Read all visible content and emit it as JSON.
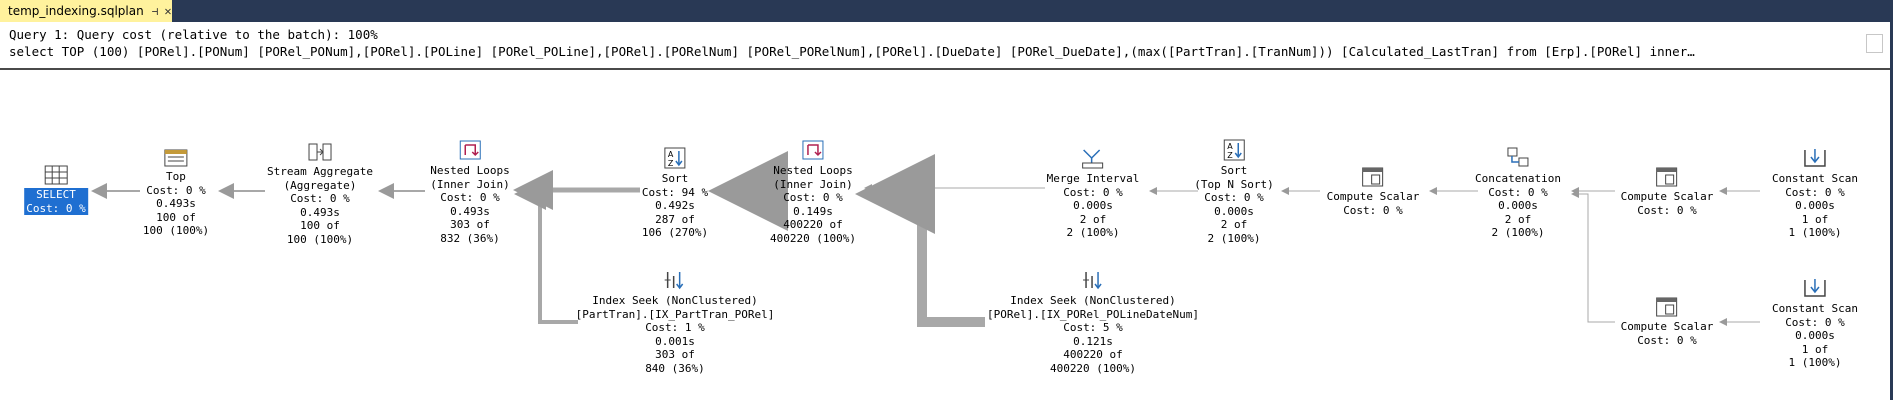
{
  "tab": {
    "title": "temp_indexing.sqlplan",
    "pin": "⊣",
    "close": "✕"
  },
  "query": {
    "line1": "Query 1: Query cost (relative to the batch): 100%",
    "line2": "select TOP (100) [PORel].[PONum] [PORel_PONum],[PORel].[POLine] [PORel_POLine],[PORel].[PORelNum] [PORel_PORelNum],[PORel].[DueDate] [PORel_DueDate],(max([PartTran].[TranNum])) [Calculated_LastTran] from [Erp].[PORel] inner…"
  },
  "operators": {
    "select": {
      "name": "SELECT",
      "cost": "Cost: 0 %",
      "icon": "select-icon"
    },
    "top": {
      "name": "Top",
      "cost": "Cost: 0 %",
      "time": "0.493s",
      "rows": "100 of",
      "est": "100 (100%)",
      "icon": "top-icon"
    },
    "stream": {
      "name": "Stream Aggregate",
      "sub": "(Aggregate)",
      "cost": "Cost: 0 %",
      "time": "0.493s",
      "rows": "100 of",
      "est": "100 (100%)",
      "icon": "stream-aggregate-icon"
    },
    "nl1": {
      "name": "Nested Loops",
      "sub": "(Inner Join)",
      "cost": "Cost: 0 %",
      "time": "0.493s",
      "rows": "303 of",
      "est": "832 (36%)",
      "icon": "nested-loops-icon"
    },
    "sort1": {
      "name": "Sort",
      "cost": "Cost: 94 %",
      "time": "0.492s",
      "rows": "287 of",
      "est": "106 (270%)",
      "icon": "sort-icon"
    },
    "seek1": {
      "name": "Index Seek (NonClustered)",
      "sub": "[PartTran].[IX_PartTran_PORel]",
      "cost": "Cost: 1 %",
      "time": "0.001s",
      "rows": "303 of",
      "est": "840 (36%)",
      "icon": "index-seek-icon"
    },
    "nl2": {
      "name": "Nested Loops",
      "sub": "(Inner Join)",
      "cost": "Cost: 0 %",
      "time": "0.149s",
      "rows": "400220 of",
      "est": "400220 (100%)",
      "icon": "nested-loops-icon"
    },
    "merge": {
      "name": "Merge Interval",
      "cost": "Cost: 0 %",
      "time": "0.000s",
      "rows": "2 of",
      "est": "2 (100%)",
      "icon": "merge-interval-icon"
    },
    "seek2": {
      "name": "Index Seek (NonClustered)",
      "sub": "[PORel].[IX_PORel_POLineDateNum]",
      "cost": "Cost: 5 %",
      "time": "0.121s",
      "rows": "400220 of",
      "est": "400220 (100%)",
      "icon": "index-seek-icon"
    },
    "sort2": {
      "name": "Sort",
      "sub": "(Top N Sort)",
      "cost": "Cost: 0 %",
      "time": "0.000s",
      "rows": "2 of",
      "est": "2 (100%)",
      "icon": "sort-icon"
    },
    "cs1": {
      "name": "Compute Scalar",
      "cost": "Cost: 0 %",
      "icon": "compute-scalar-icon"
    },
    "concat": {
      "name": "Concatenation",
      "cost": "Cost: 0 %",
      "time": "0.000s",
      "rows": "2 of",
      "est": "2 (100%)",
      "icon": "concatenation-icon"
    },
    "cs2": {
      "name": "Compute Scalar",
      "cost": "Cost: 0 %",
      "icon": "compute-scalar-icon"
    },
    "cs3": {
      "name": "Compute Scalar",
      "cost": "Cost: 0 %",
      "icon": "compute-scalar-icon"
    },
    "const1": {
      "name": "Constant Scan",
      "cost": "Cost: 0 %",
      "time": "0.000s",
      "rows": "1 of",
      "est": "1 (100%)",
      "icon": "constant-scan-icon"
    },
    "const2": {
      "name": "Constant Scan",
      "cost": "Cost: 0 %",
      "time": "0.000s",
      "rows": "1 of",
      "est": "1 (100%)",
      "icon": "constant-scan-icon"
    }
  },
  "colors": {
    "tabbar": "#293955",
    "tab_active": "#fff29d",
    "select_highlight": "#1f6fd1"
  }
}
